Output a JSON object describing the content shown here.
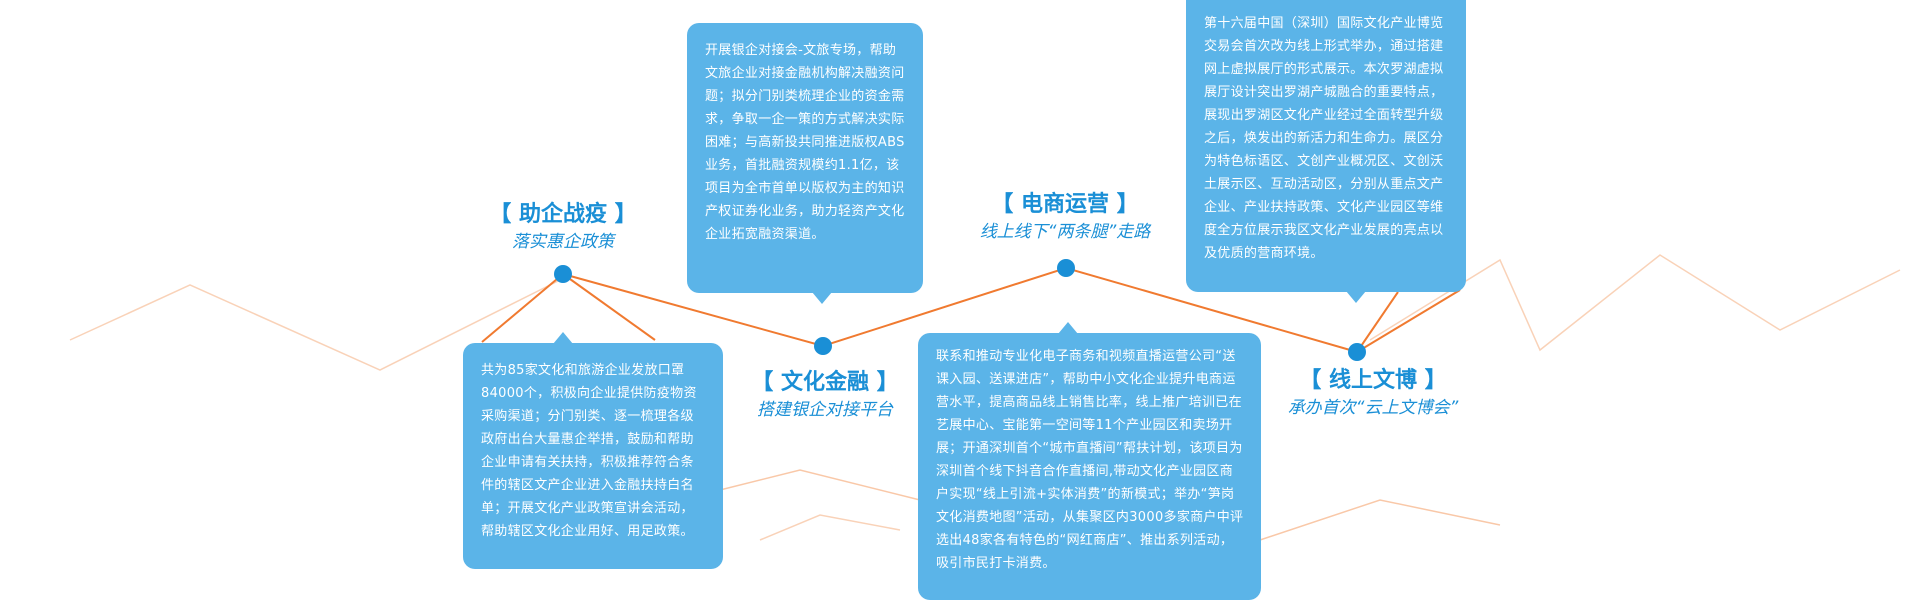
{
  "colors": {
    "line": "#f07a30",
    "bg_line": "#f9c8a8",
    "dot": "#1a8fd6",
    "bubble": "#5bb4e8",
    "title": "#1a8fd6"
  },
  "nodes": [
    {
      "title": "【 助企战疫 】",
      "subtitle": "落实惠企政策",
      "text": "共为85家文化和旅游企业发放口罩84000个，积极向企业提供防疫物资采购渠道；分门别类、逐一梳理各级政府出台大量惠企举措，鼓励和帮助企业申请有关扶持，积极推荐符合条件的辖区文产企业进入金融扶持白名单；开展文化产业政策宣讲会活动，帮助辖区文化企业用好、用足政策。"
    },
    {
      "title": "【 文化金融 】",
      "subtitle": "搭建银企对接平台",
      "text": "开展银企对接会-文旅专场，帮助文旅企业对接金融机构解决融资问题；拟分门别类梳理企业的资金需求，争取一企一策的方式解决实际困难；与高新投共同推进版权ABS业务，首批融资规模约1.1亿，该项目为全市首单以版权为主的知识产权证券化业务，助力轻资产文化企业拓宽融资渠道。"
    },
    {
      "title": "【 电商运营 】",
      "subtitle": "线上线下“两条腿”走路",
      "text": "联系和推动专业化电子商务和视频直播运营公司“送课入园、送课进店”，帮助中小文化企业提升电商运营水平，提高商品线上销售比率，线上推广培训已在艺展中心、宝能第一空间等11个产业园区和卖场开展；开通深圳首个“城市直播间”帮扶计划，该项目为深圳首个线下抖音合作直播间,带动文化产业园区商户实现“线上引流+实体消费”的新模式；举办“笋岗文化消费地图”活动，从集聚区内3000多家商户中评选出48家各有特色的“网红商店”、推出系列活动，吸引市民打卡消费。"
    },
    {
      "title": "【 线上文博 】",
      "subtitle": "承办首次“云上文博会”",
      "text": "第十六届中国（深圳）国际文化产业博览交易会首次改为线上形式举办，通过搭建网上虚拟展厅的形式展示。本次罗湖虚拟展厅设计突出罗湖产城融合的重要特点，展现出罗湖区文化产业经过全面转型升级之后，焕发出的新活力和生命力。展区分为特色标语区、文创产业概况区、文创沃土展示区、互动活动区，分别从重点文产企业、产业扶持政策、文化产业园区等维度全方位展示我区文化产业发展的亮点以及优质的营商环境。"
    }
  ]
}
